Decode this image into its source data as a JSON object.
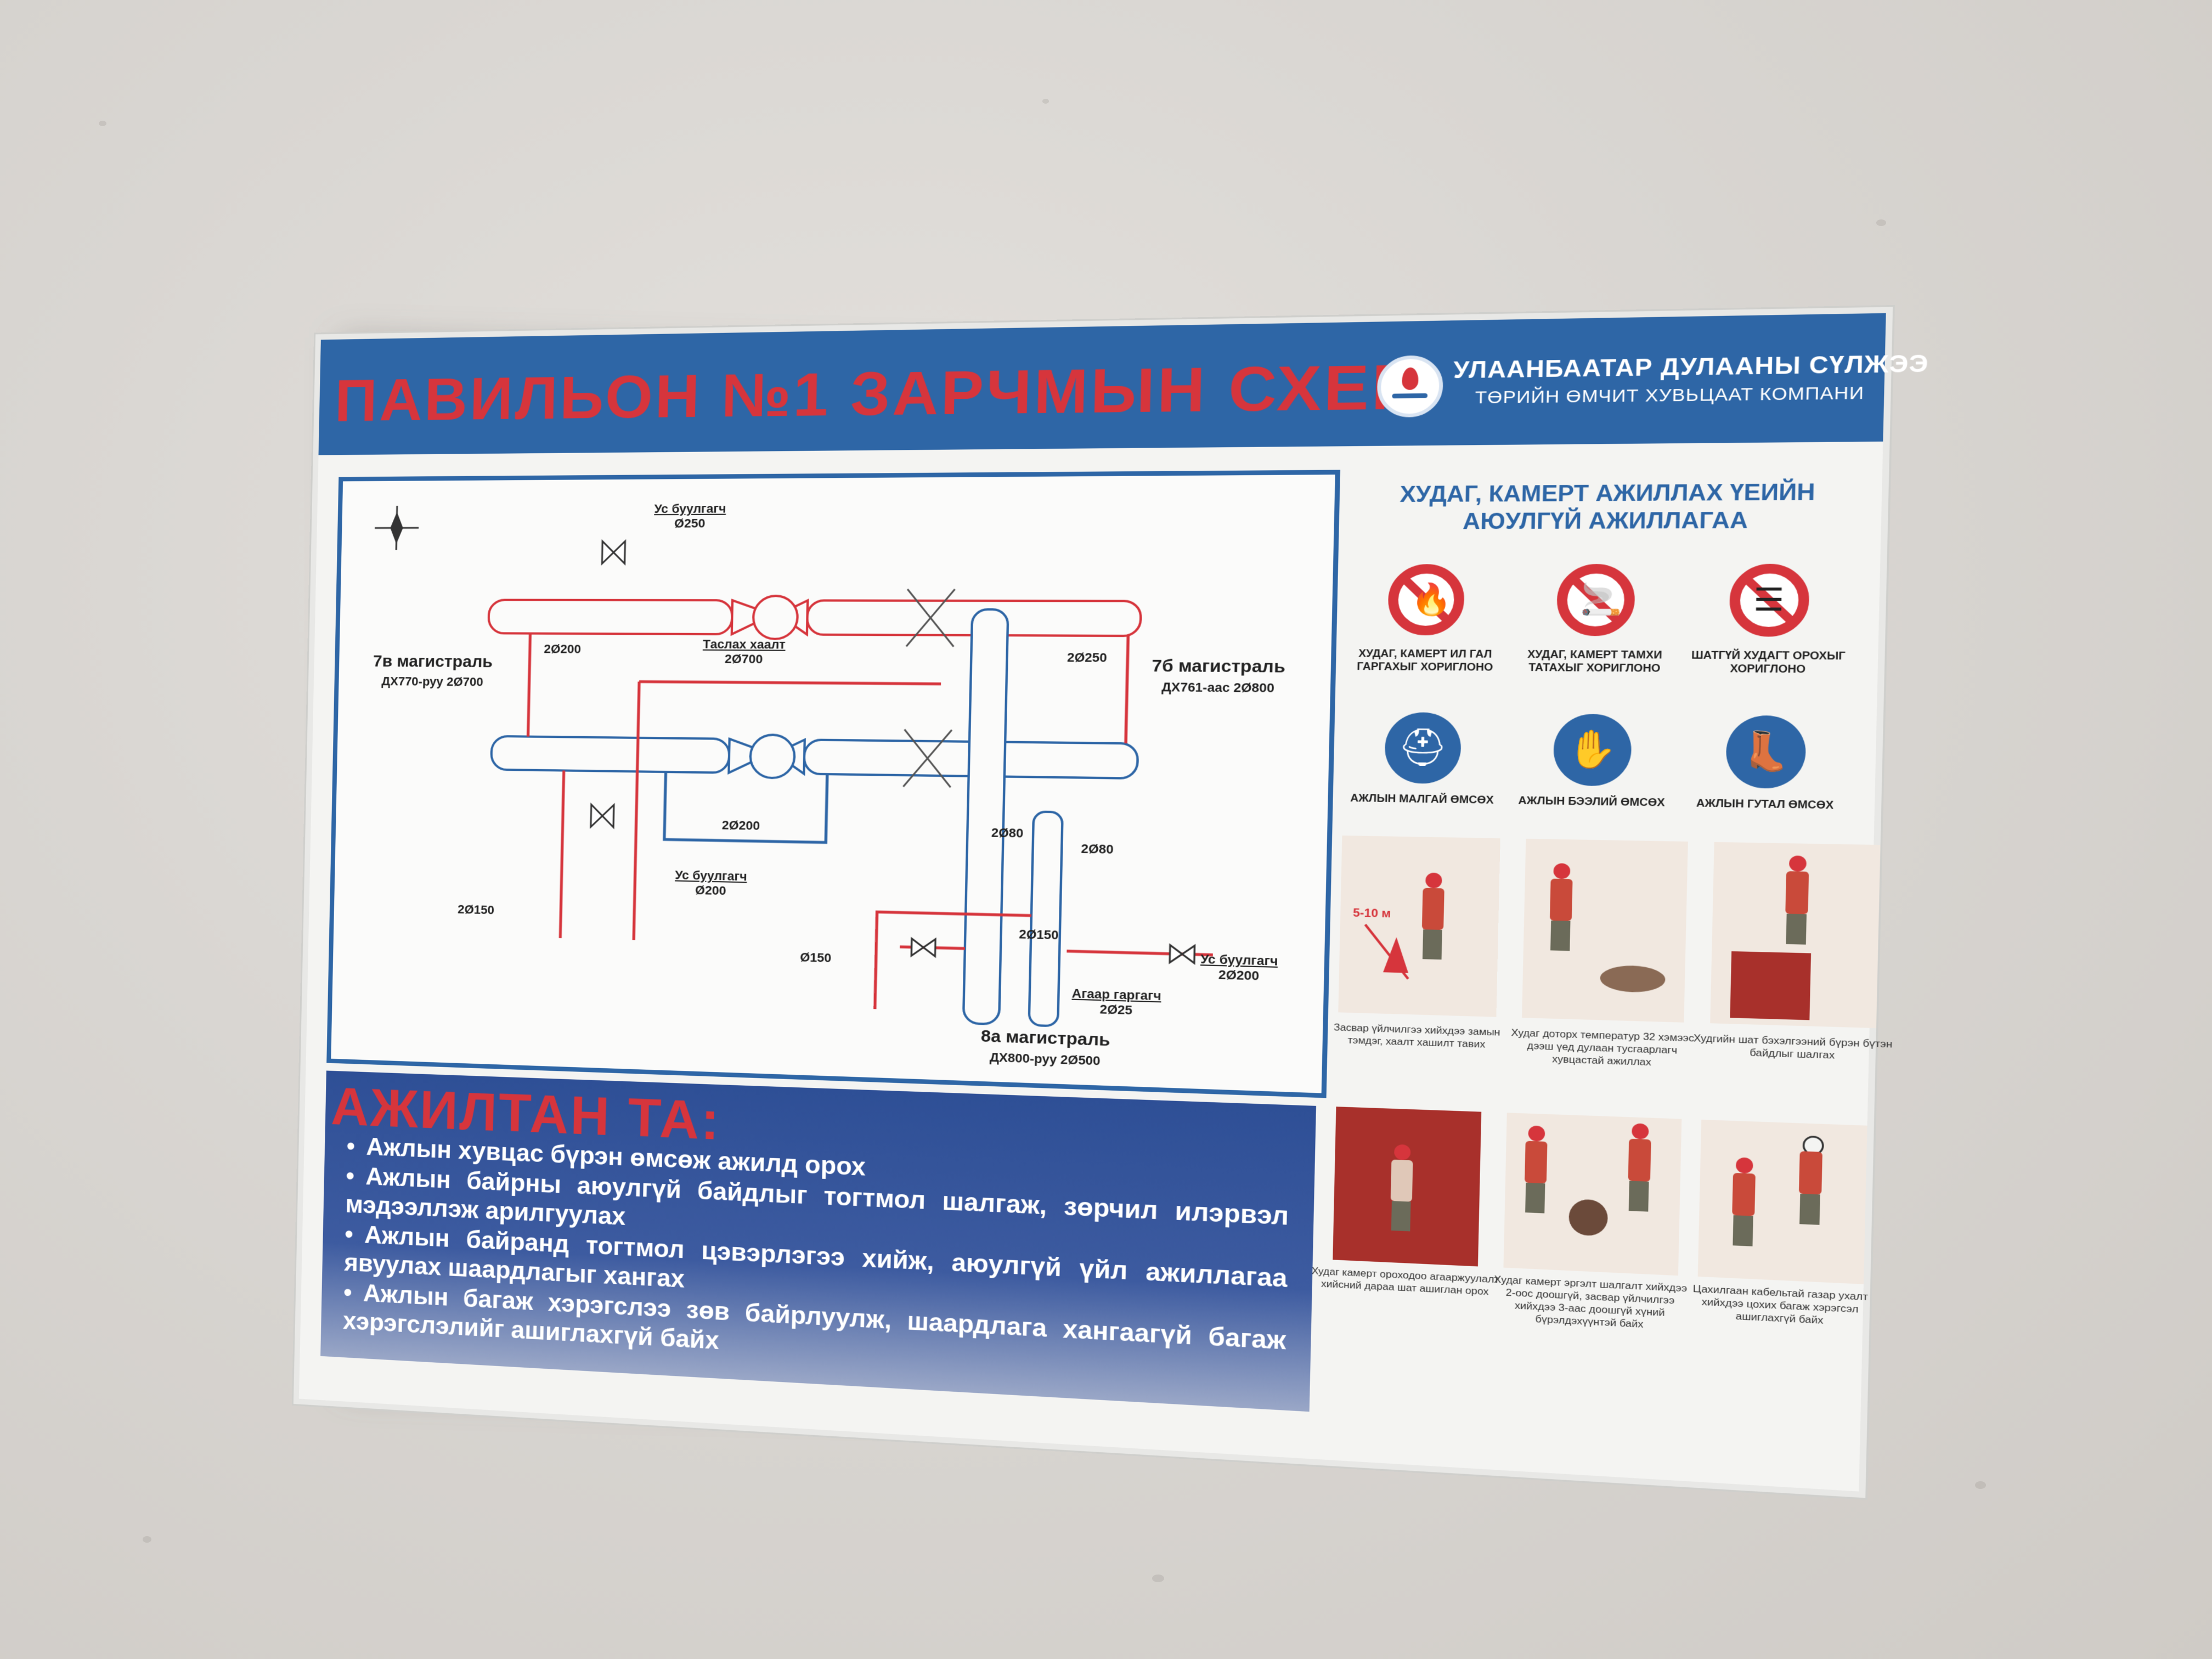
{
  "board": {
    "title": "ПАВИЛЬОН №1 ЗАРЧМЫН СХЕМ",
    "company_line1": "УЛААНБААТАР ДУЛААНЫ СҮЛЖЭЭ",
    "company_line2": "ТӨРИЙН ӨМЧИТ ХУВЬЦААТ КОМПАНИ",
    "colors": {
      "header": "#2e66a6",
      "title": "#d6353c",
      "pipe_red": "#d6353c",
      "pipe_outline": "#2e66a6"
    }
  },
  "scheme": {
    "labels": {
      "valve_top": "Ус буулгагч",
      "valve_top_d": "Ø250",
      "main_7v": "7в магистраль",
      "main_7v_sub": "ДХ770-руу 2Ø700",
      "d200_left": "2Ø200",
      "taslah": "Таслах хаалт",
      "taslah_d": "2Ø700",
      "d250_right": "2Ø250",
      "main_7b": "7б магистраль",
      "main_7b_sub": "ДХ761-аас 2Ø800",
      "d200_mid": "2Ø200",
      "valve_mid": "Ус буулгагч",
      "valve_mid_d": "Ø200",
      "d150_left": "2Ø150",
      "d80_a": "2Ø80",
      "d80_b": "2Ø80",
      "d150_mid": "2Ø150",
      "valve_right": "Ус буулгагч",
      "valve_right_d": "2Ø200",
      "d150_low": "Ø150",
      "air": "Агаар гаргагч",
      "air_d": "2Ø25",
      "main_8a": "8а магистраль",
      "main_8a_sub": "ДХ800-руу 2Ø500"
    }
  },
  "rules": {
    "title_line1": "ХУДАГ, КАМЕРТ АЖИЛЛАХ ҮЕИЙН",
    "title_line2": "АЮУЛГҮЙ АЖИЛЛАГАА",
    "prohibitions": [
      {
        "icon": "no-fire-icon",
        "caption": "ХУДАГ, КАМЕРТ ИЛ ГАЛ ГАРГАХЫГ ХОРИГЛОНО"
      },
      {
        "icon": "no-smoking-icon",
        "caption": "ХУДАГ, КАМЕРТ ТАМХИ ТАТАХЫГ ХОРИГЛОНО"
      },
      {
        "icon": "no-ladder-icon",
        "caption": "ШАТГҮЙ ХУДАГТ ОРОХЫГ ХОРИГЛОНО"
      }
    ],
    "mandatory": [
      {
        "icon": "helmet-icon",
        "caption": "АЖЛЫН МАЛГАЙ ӨМСӨХ"
      },
      {
        "icon": "gloves-icon",
        "caption": "АЖЛЫН БЭЭЛИЙ ӨМСӨХ"
      },
      {
        "icon": "boots-icon",
        "caption": "АЖЛЫН ГУТАЛ ӨМСӨХ"
      }
    ],
    "pictures": [
      {
        "caption": "Засвар үйлчилгээ хийхдээ замын тэмдэг, хаалт хашилт тавих",
        "tag": "5-10 м"
      },
      {
        "caption": "Худаг доторх температур 32 хэмээс дээш үед дулаан тусгаарлагч хувцастай ажиллах"
      },
      {
        "caption": "Худгийн шат бэхэлгээний бүрэн бүтэн байдлыг шалгах"
      },
      {
        "caption": "Худаг камерт ороходоо агааржуулалт хийсний дараа шат ашиглан орох"
      },
      {
        "caption": "Худаг камерт эргэлт шалгалт хийхдээ 2-оос доошгүй, засвар үйлчилгээ хийхдээ 3-аас доошгүй хүний бүрэлдэхүүнтэй байх"
      },
      {
        "caption": "Цахилгаан кабельтай газар ухалт хийхдээ цохих багаж хэрэгсэл ашиглахгүй байх"
      }
    ]
  },
  "worker_section": {
    "title": "АЖИЛТАН ТА:",
    "bullets": [
      "Ажлын хувцас бүрэн өмсөж ажилд орох",
      "Ажлын байрны аюулгүй байдлыг тогтмол шалгаж, зөрчил илэрвэл мэдээллэж арилгуулах",
      "Ажлын байранд тогтмол цэвэрлэгээ хийж, аюулгүй үйл ажиллагаа явуулах шаардлагыг хангах",
      "Ажлын багаж хэрэгслээ зөв байрлуулж, шаардлага хангаагүй багаж хэрэгслэлийг ашиглахгүй байх"
    ]
  }
}
